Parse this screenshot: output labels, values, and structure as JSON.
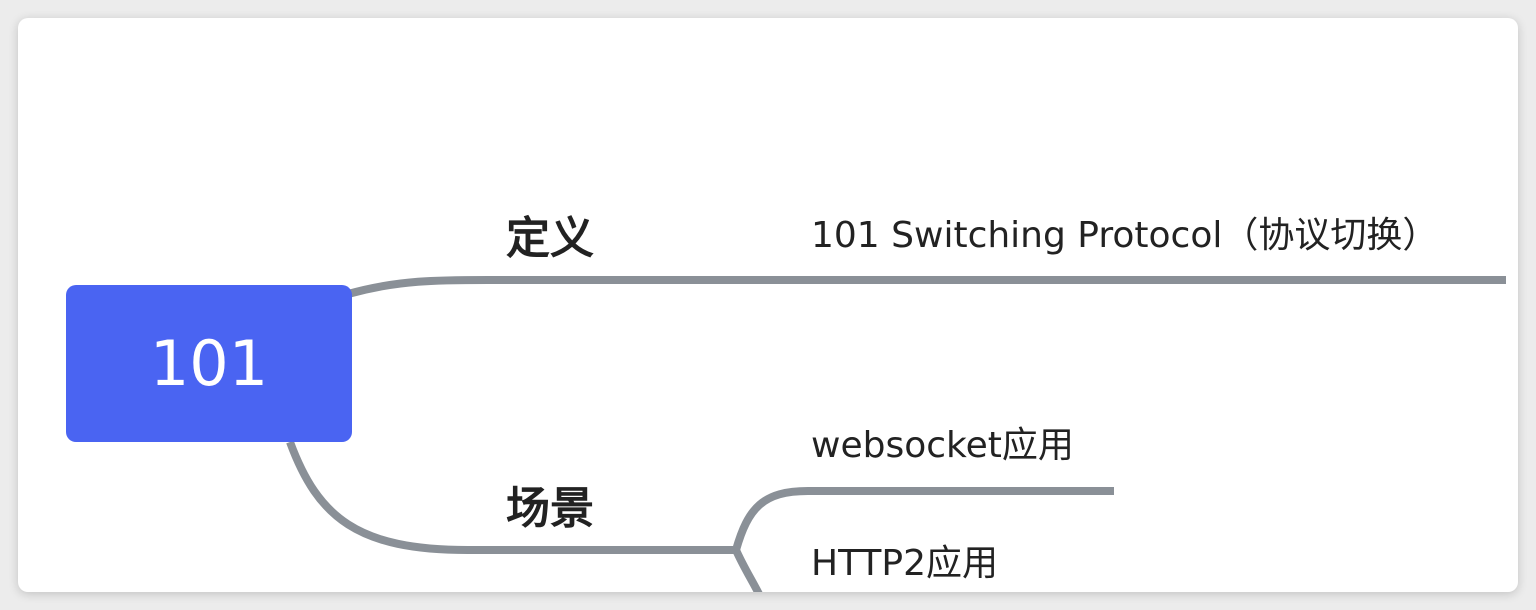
{
  "mindmap": {
    "root": {
      "label": "101",
      "color": "#4a64f2"
    },
    "branches": [
      {
        "label": "定义",
        "children": [
          {
            "label": "101 Switching Protocol（协议切换）"
          }
        ]
      },
      {
        "label": "场景",
        "children": [
          {
            "label": "websocket应用"
          },
          {
            "label": "HTTP2应用"
          }
        ]
      }
    ],
    "edge_color": "#8a9097"
  }
}
